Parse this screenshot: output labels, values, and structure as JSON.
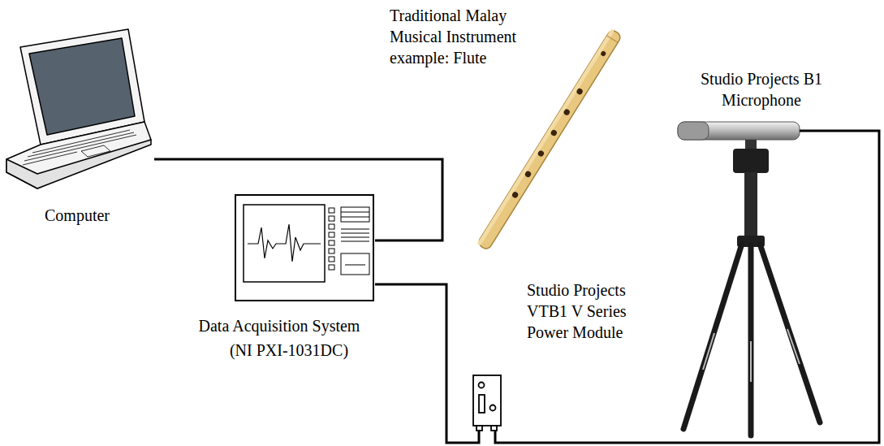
{
  "diagram": {
    "nodes": [
      {
        "text": [
          "Traditional Malay Musical Instrument example: Flute"
        ]
      },
      {
        "text": [
          "Computer"
        ]
      },
      {
        "text": [
          "Studio Projects B1 Microphone"
        ]
      },
      {
        "text": [
          "Data Acquisition System",
          "(NI PXI-1031DC)"
        ]
      },
      {
        "text": [
          "Studio Projects VTB1 V Series Power Module"
        ]
      }
    ],
    "edges": [
      {
        "from": 1,
        "to": 3,
        "arrow": "none"
      },
      {
        "from": 3,
        "to": 4,
        "arrow": "none"
      },
      {
        "from": 4,
        "to": 2,
        "arrow": "none"
      }
    ]
  }
}
